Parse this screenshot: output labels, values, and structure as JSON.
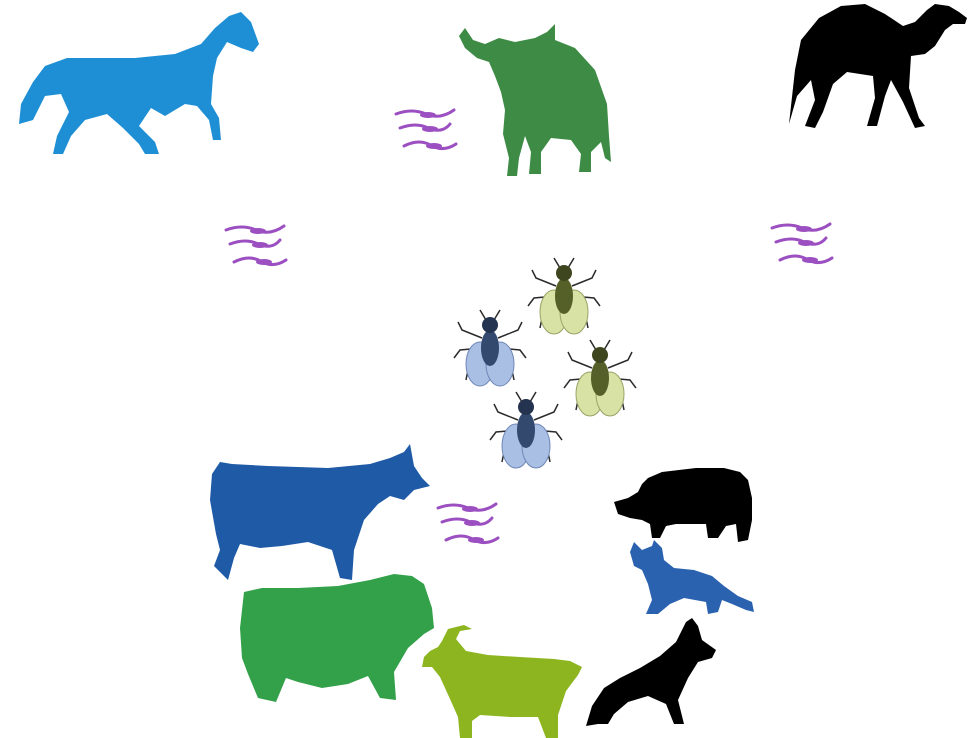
{
  "figure": {
    "parasite_color": "#9b4fc0",
    "host_animals": [
      {
        "id": "horse",
        "icon": "horse-silhouette-icon",
        "color": "#1e8fd5"
      },
      {
        "id": "water-buffalo",
        "icon": "water-buffalo-silhouette-icon",
        "color": "#3d8b45"
      },
      {
        "id": "camel",
        "icon": "camel-silhouette-icon",
        "color": "#000000"
      },
      {
        "id": "cow",
        "icon": "cow-silhouette-icon",
        "color": "#1f5aa6"
      },
      {
        "id": "bull",
        "icon": "bull-silhouette-icon",
        "color": "#33a04a"
      },
      {
        "id": "goat",
        "icon": "goat-silhouette-icon",
        "color": "#8db51f"
      },
      {
        "id": "pig",
        "icon": "pig-silhouette-icon",
        "color": "#000000"
      },
      {
        "id": "cat",
        "icon": "cat-silhouette-icon",
        "color": "#2a62b0"
      },
      {
        "id": "dog",
        "icon": "dog-silhouette-icon",
        "color": "#000000"
      }
    ],
    "vectors": [
      {
        "id": "fly-blue",
        "icon": "fly-icon",
        "wing_color": "#a9bfe3",
        "body_color": "#34496e"
      },
      {
        "id": "fly-green",
        "icon": "fly-icon",
        "wing_color": "#d8e2a4",
        "body_color": "#556029"
      }
    ]
  }
}
